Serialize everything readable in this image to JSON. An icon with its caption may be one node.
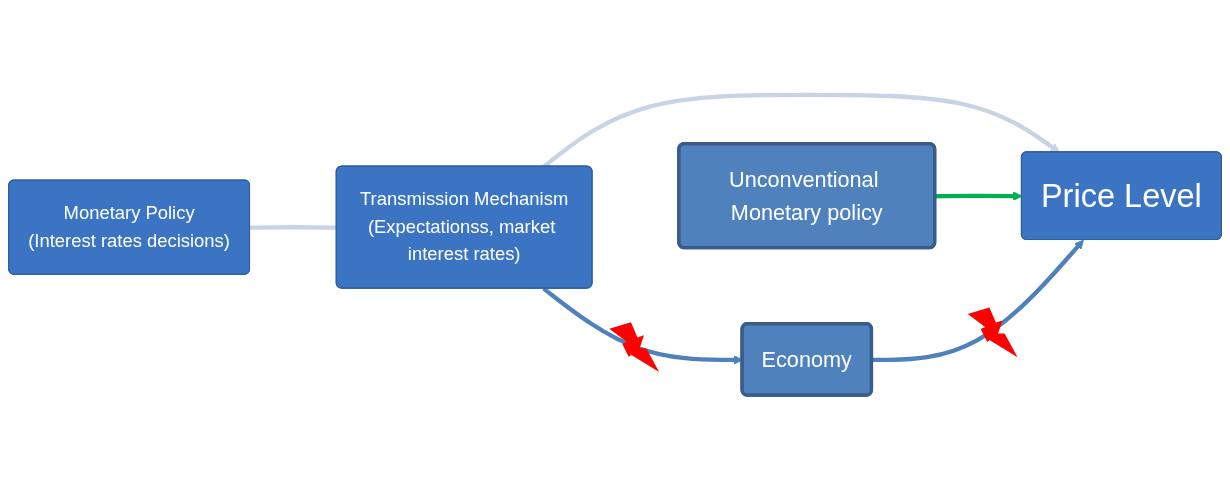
{
  "diagram": {
    "nodes": [
      {
        "text": [
          "Monetary Policy",
          "(Interest rates decisions)"
        ]
      },
      {
        "text": [
          "Transmission Mechanism",
          "(Expectationss, market interest rates)"
        ]
      },
      {
        "text": [
          "Price Level"
        ]
      },
      {
        "text": [
          "Unconventional Monetary policy"
        ]
      },
      {
        "text": [
          "Economy"
        ]
      }
    ],
    "edges": [
      {
        "from": 0,
        "to": 1,
        "arrow": "none",
        "color": "#c9d3e6"
      },
      {
        "from": 1,
        "to": 2,
        "arrow": "to",
        "color": "#c9d3e6"
      },
      {
        "from": 3,
        "to": 2,
        "arrow": "to",
        "color": "#00b050"
      },
      {
        "from": 1,
        "to": 4,
        "arrow": "to",
        "color": "#4f81bd"
      },
      {
        "from": 4,
        "to": 2,
        "arrow": "to",
        "color": "#4f81bd"
      }
    ]
  }
}
